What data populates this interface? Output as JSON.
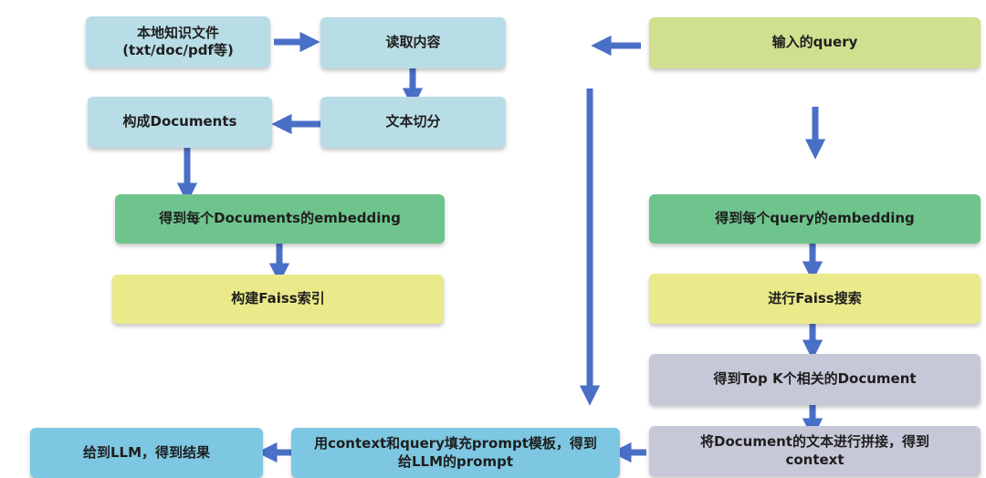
{
  "nodes": {
    "local_files": "本地知识文件\n(txt/doc/pdf等)",
    "read_content": "读取内容",
    "text_split": "文本切分",
    "build_documents": "构成Documents",
    "doc_embedding": "得到每个Documents的embedding",
    "faiss_index": "构建Faiss索引",
    "input_query": "输入的query",
    "query_embedding": "得到每个query的embedding",
    "faiss_search": "进行Faiss搜索",
    "top_k": "得到Top K个相关的Document",
    "concat_docs": "将Document的文本进行拼接，得到\ncontext",
    "fill_prompt": "用context和query填充prompt模板，得到\n给LLM的prompt",
    "give_llm": "给到LLM，得到结果"
  },
  "colors": {
    "light_blue": "#b9dde6",
    "light_green": "#cfe08e",
    "green": "#6fc48d",
    "yellow": "#eaea8a",
    "lavender": "#c6c8d8",
    "cyan": "#7ec7e2",
    "arrow": "#4a6fc7"
  }
}
